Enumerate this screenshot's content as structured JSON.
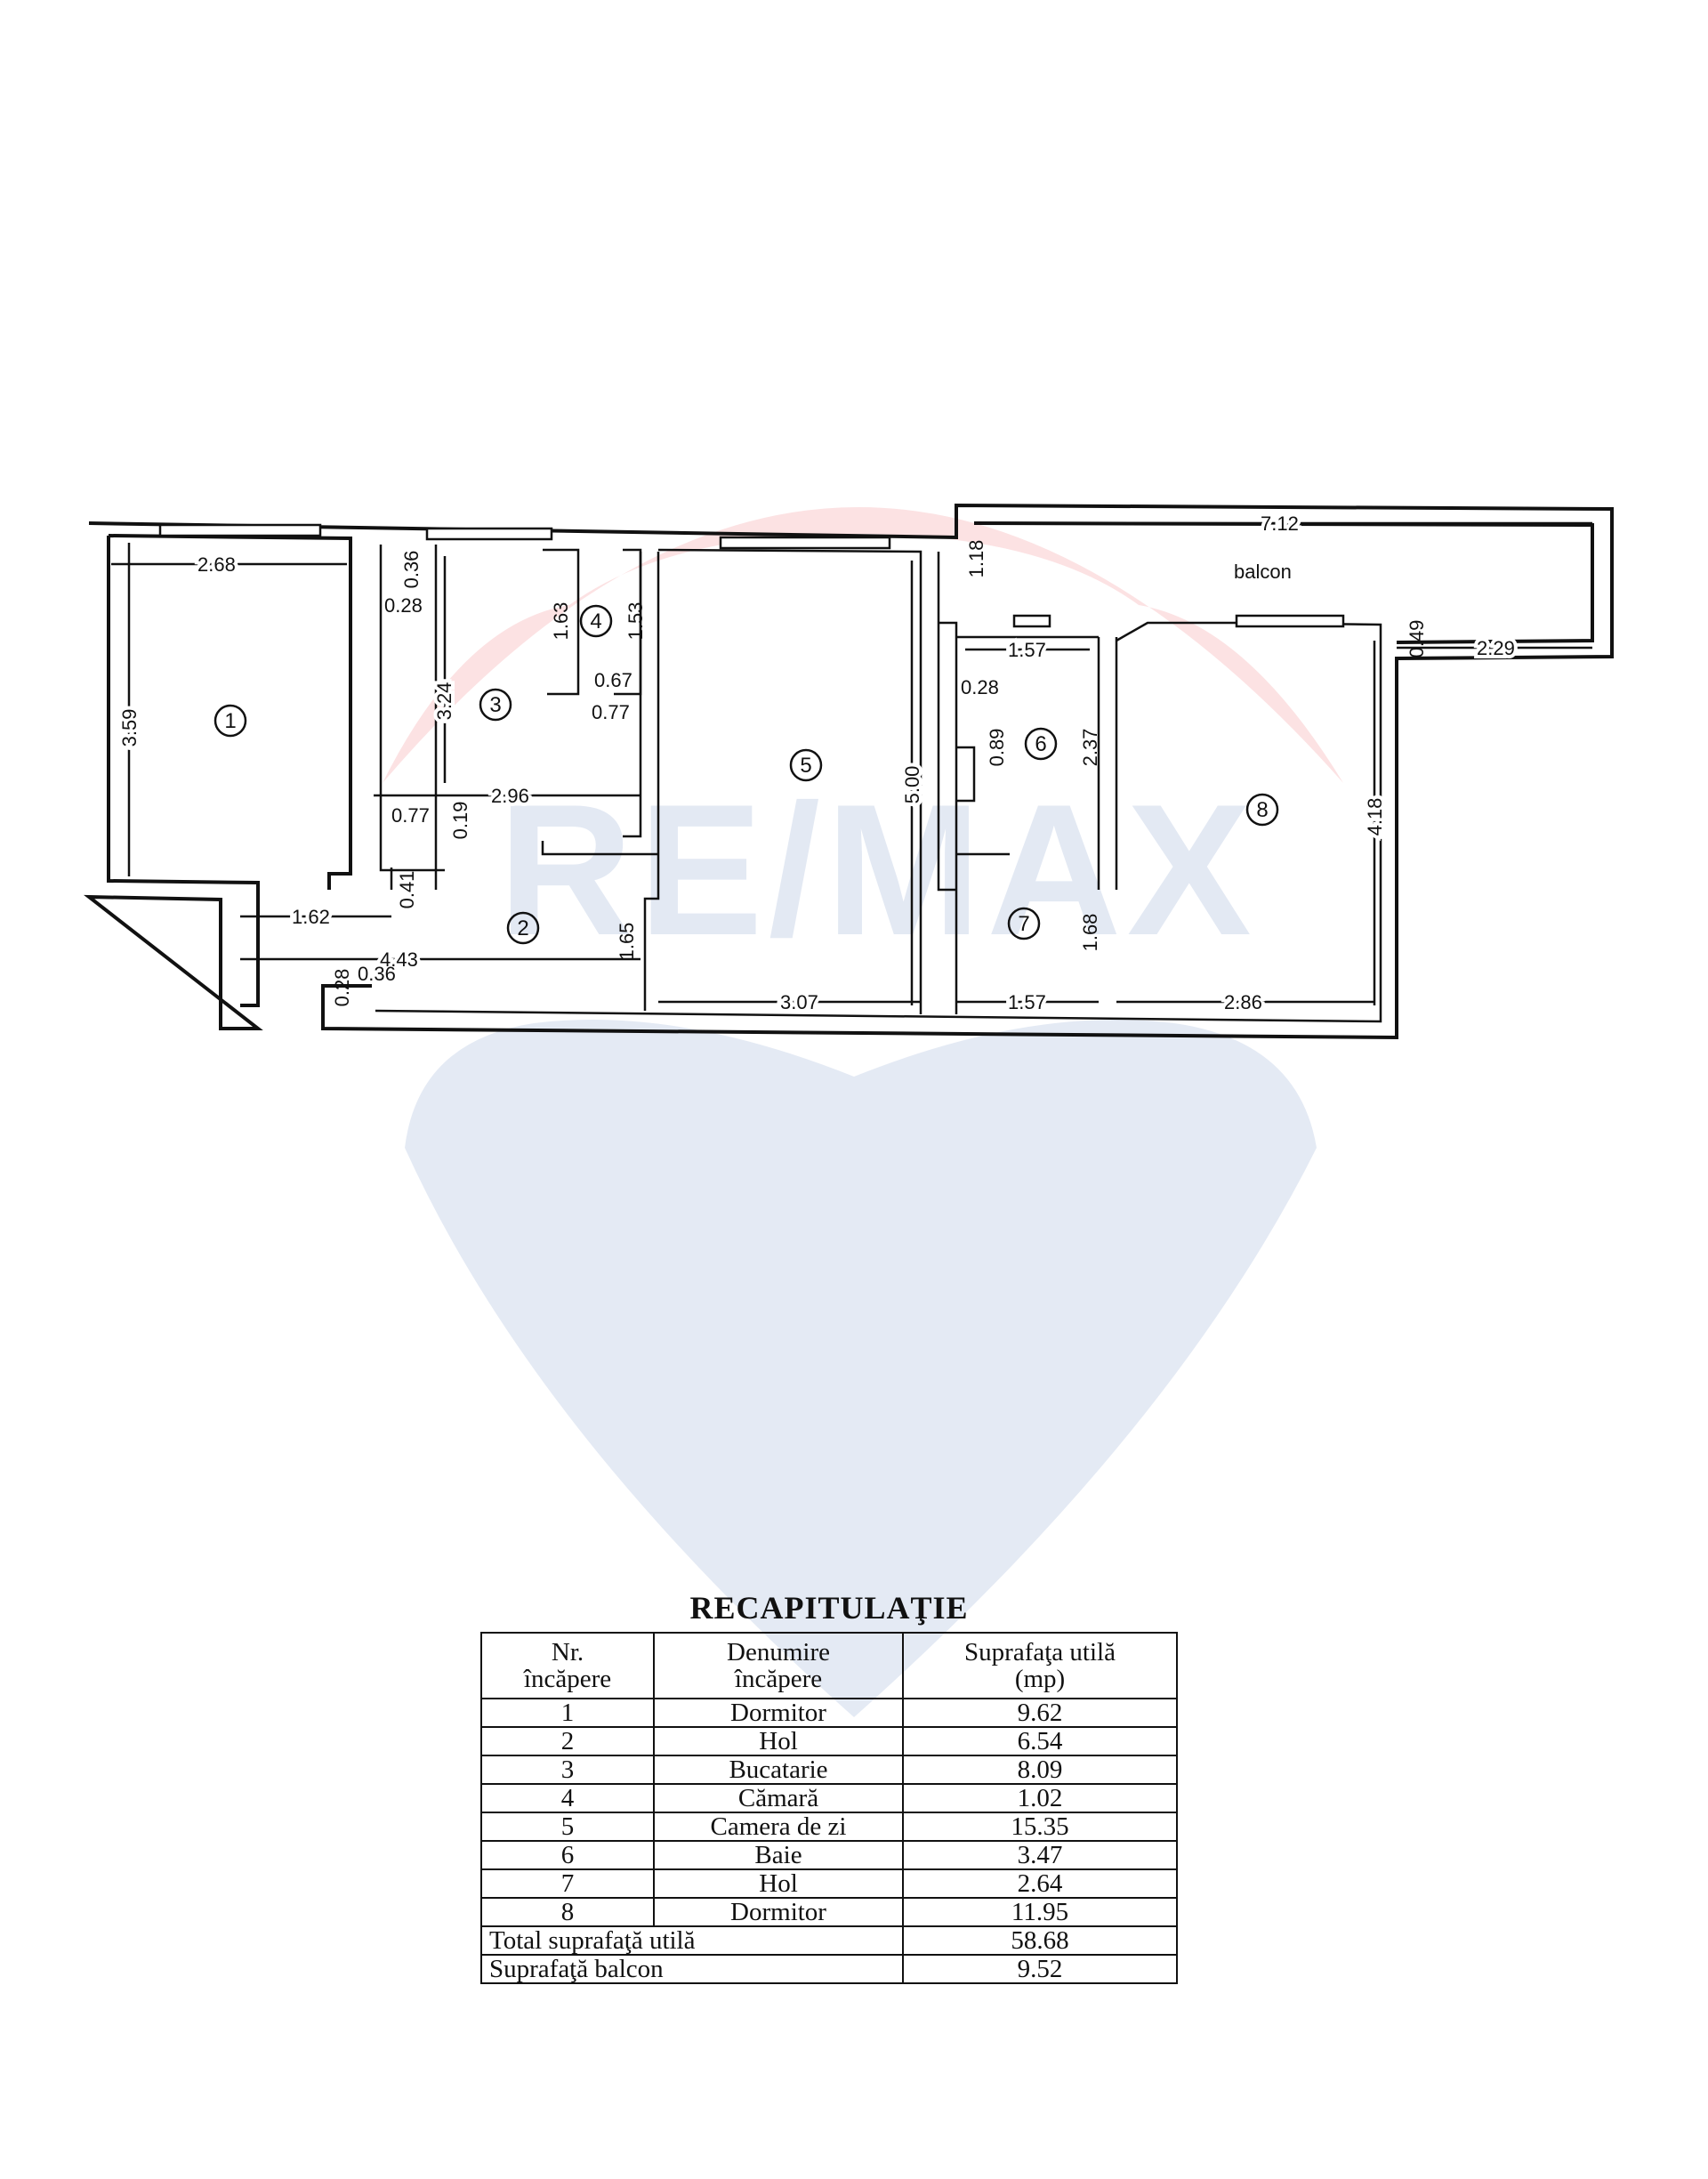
{
  "watermark": {
    "brand": "RE/MAX",
    "colors": {
      "red": "#e8333a",
      "blue": "#1f4fa3"
    }
  },
  "plan": {
    "rooms": [
      {
        "num": "1"
      },
      {
        "num": "2"
      },
      {
        "num": "3"
      },
      {
        "num": "4"
      },
      {
        "num": "5"
      },
      {
        "num": "6"
      },
      {
        "num": "7"
      },
      {
        "num": "8"
      }
    ],
    "balcony_label": "balcon",
    "dims": {
      "d268": "2.68",
      "d359": "3.59",
      "d036a": "0.36",
      "d028a": "0.28",
      "d324": "3.24",
      "d163": "1.63",
      "d153": "1.53",
      "d067": "0.67",
      "d077a": "0.77",
      "d296": "2.96",
      "d077b": "0.77",
      "d019": "0.19",
      "d041": "0.41",
      "d162": "1.62",
      "d443": "4.43",
      "d028b": "0.28",
      "d036b": "0.36",
      "d165": "1.65",
      "d500": "5.00",
      "d307": "3.07",
      "d118": "1.18",
      "d712": "7.12",
      "d157a": "1.57",
      "d028c": "0.28",
      "d089": "0.89",
      "d237": "2.37",
      "d168": "1.68",
      "d157b": "1.57",
      "d286": "2.86",
      "d418": "4.18",
      "d049": "0.49",
      "d229": "2.29"
    }
  },
  "recap": {
    "title": "RECAPITULAŢIE",
    "headers": {
      "nr_line1": "Nr.",
      "nr_line2": "încăpere",
      "name_line1": "Denumire",
      "name_line2": "încăpere",
      "area_line1": "Suprafaţa utilă",
      "area_line2": "(mp)"
    },
    "rows": [
      {
        "nr": "1",
        "name": "Dormitor",
        "area": "9.62"
      },
      {
        "nr": "2",
        "name": "Hol",
        "area": "6.54"
      },
      {
        "nr": "3",
        "name": "Bucatarie",
        "area": "8.09"
      },
      {
        "nr": "4",
        "name": "Cămară",
        "area": "1.02"
      },
      {
        "nr": "5",
        "name": "Camera de zi",
        "area": "15.35"
      },
      {
        "nr": "6",
        "name": "Baie",
        "area": "3.47"
      },
      {
        "nr": "7",
        "name": "Hol",
        "area": "2.64"
      },
      {
        "nr": "8",
        "name": "Dormitor",
        "area": "11.95"
      }
    ],
    "total_label": "Total suprafaţă utilă",
    "total_value": "58.68",
    "balcony_label": "Suprafaţă balcon",
    "balcony_value": "9.52"
  }
}
